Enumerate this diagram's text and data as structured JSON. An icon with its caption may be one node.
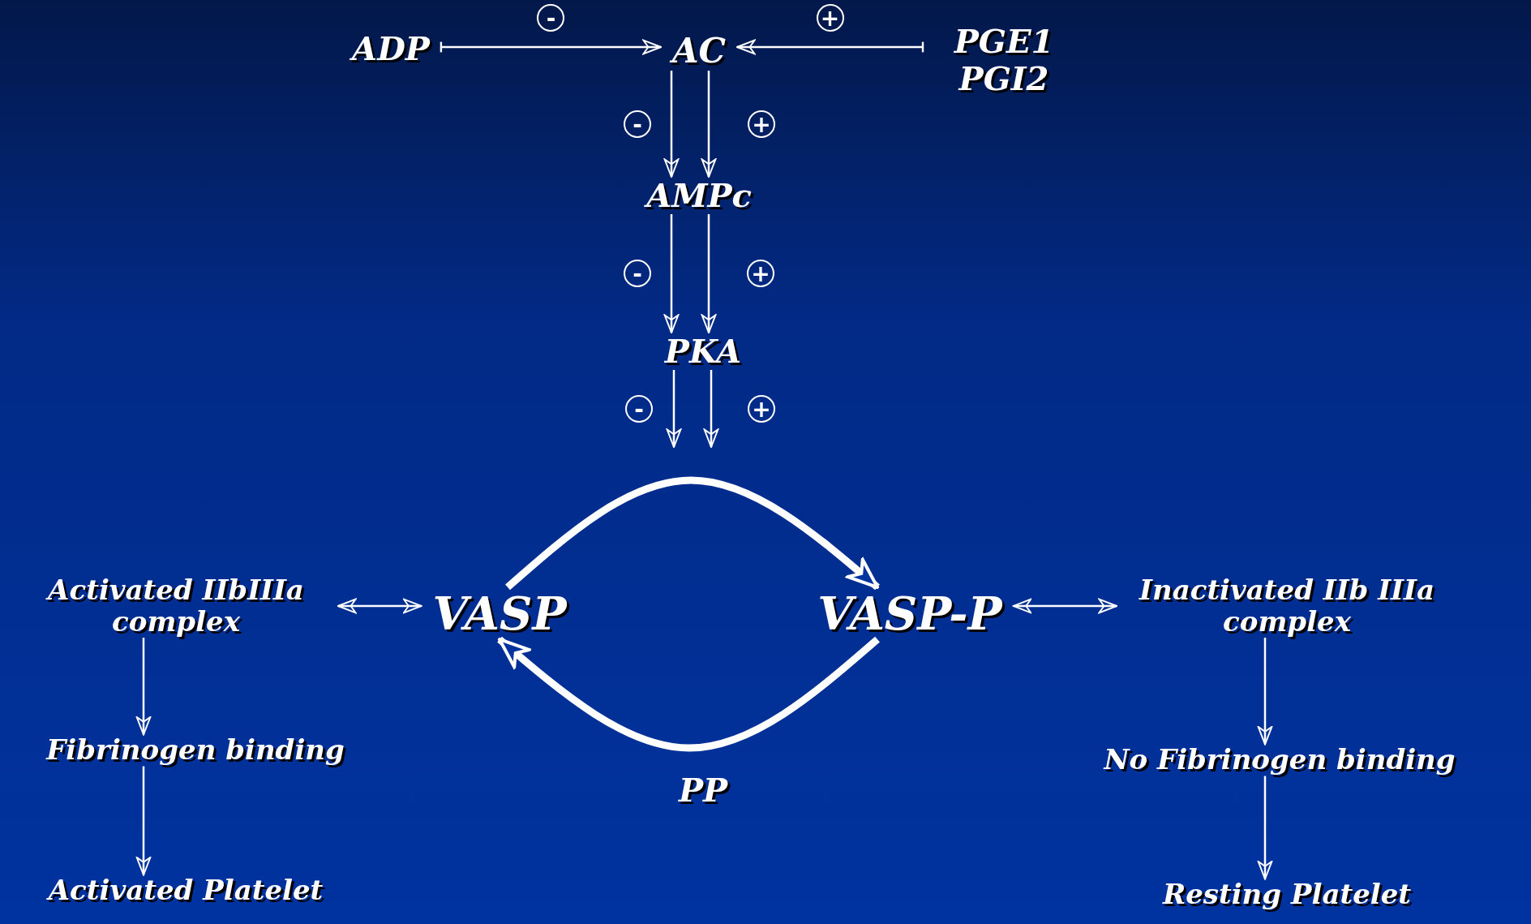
{
  "diagram": {
    "nodes": [
      {
        "text": [
          "ADP"
        ]
      },
      {
        "text": [
          "AC"
        ]
      },
      {
        "text": [
          "PGE1 PGI2"
        ]
      },
      {
        "text": [
          "AMPc"
        ]
      },
      {
        "text": [
          "PKA"
        ]
      },
      {
        "text": [
          "VASP"
        ]
      },
      {
        "text": [
          "VASP-P"
        ]
      },
      {
        "text": [
          "Activated IIbIIIa complex"
        ]
      },
      {
        "text": [
          "Fibrinogen binding"
        ]
      },
      {
        "text": [
          "Activated Platelet"
        ]
      },
      {
        "text": [
          "Inactivated IIb IIIa complex"
        ]
      },
      {
        "text": [
          "No Fibrinogen binding"
        ]
      },
      {
        "text": [
          "Resting Platelet"
        ]
      }
    ],
    "edges": [
      {
        "from": 0,
        "to": 1,
        "arrow": "to",
        "label": "-"
      },
      {
        "from": 2,
        "to": 1,
        "arrow": "to",
        "label": "+"
      },
      {
        "from": 1,
        "to": 3,
        "arrow": "to",
        "label": "-"
      },
      {
        "from": 1,
        "to": 3,
        "arrow": "to",
        "label": "+"
      },
      {
        "from": 3,
        "to": 4,
        "arrow": "to",
        "label": "-"
      },
      {
        "from": 3,
        "to": 4,
        "arrow": "to",
        "label": "+"
      },
      {
        "from": 4,
        "to": null,
        "arrow": "to",
        "label": "-"
      },
      {
        "from": 4,
        "to": null,
        "arrow": "to",
        "label": "+"
      },
      {
        "from": 5,
        "to": 6,
        "arrow": "to",
        "style": "thick"
      },
      {
        "from": 6,
        "to": 5,
        "arrow": "to",
        "style": "thick",
        "label": "PP"
      },
      {
        "from": 7,
        "to": 5,
        "arrow": "both"
      },
      {
        "from": 6,
        "to": 10,
        "arrow": "both"
      },
      {
        "from": 7,
        "to": 8,
        "arrow": "to"
      },
      {
        "from": 8,
        "to": 9,
        "arrow": "to"
      },
      {
        "from": 10,
        "to": 11,
        "arrow": "to"
      },
      {
        "from": 11,
        "to": 12,
        "arrow": "to"
      }
    ]
  }
}
